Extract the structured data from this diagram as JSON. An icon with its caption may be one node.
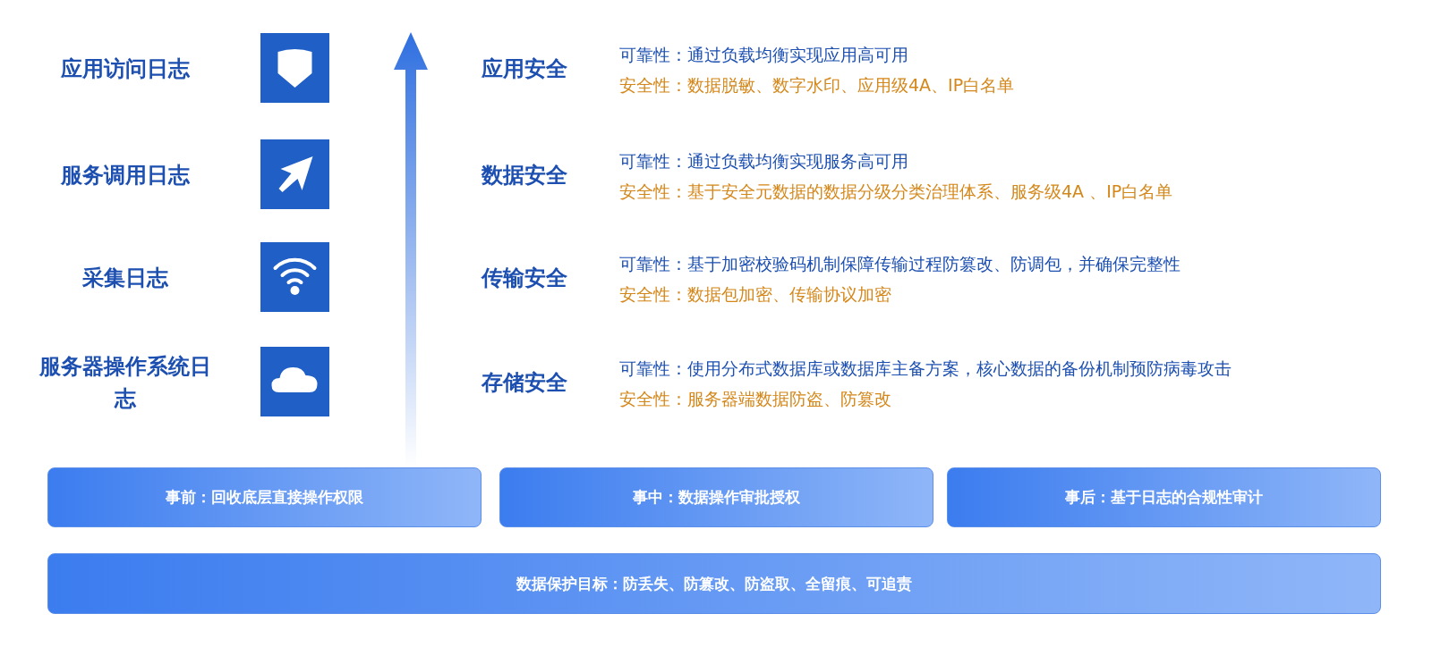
{
  "diagram": {
    "nodes": [
      {
        "text": [
          "事前：回收底层直接操作权限"
        ]
      },
      {
        "text": [
          "事中：数据操作审批授权"
        ]
      },
      {
        "text": [
          "事后：基于日志的合规性审计"
        ]
      },
      {
        "text": [
          "数据保护目标：防丢失、防篡改、防盗取、全留痕、可追责"
        ]
      }
    ],
    "labels": [
      "应用访问日志",
      "应用安全",
      "可靠性：通过负载均衡实现应用高可用",
      "安全性：数据脱敏、数字水印、应用级4A、IP白名单",
      "服务调用日志",
      "数据安全",
      "可靠性：通过负载均衡实现服务高可用",
      "安全性：基于安全元数据的数据分级分类治理体系、服务级4A 、IP白名单",
      "采集日志",
      "传输安全",
      "可靠性：基于加密校验码机制保障传输过程防篡改、防调包，并确保完整性",
      "安全性：数据包加密、传输协议加密",
      "服务器操作系统日志",
      "存储安全",
      "可靠性：使用分布式数据库或数据库主备方案，核心数据的备份机制预防病毒攻击",
      "安全性：服务器端数据防盗、防篡改"
    ]
  }
}
